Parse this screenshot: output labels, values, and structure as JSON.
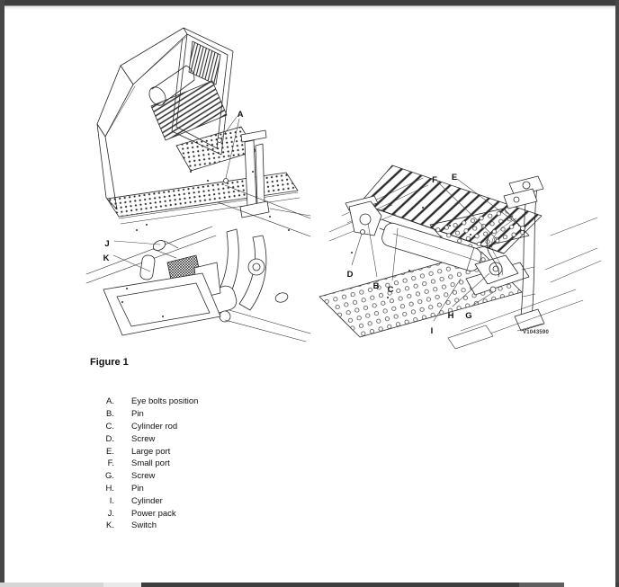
{
  "figure": {
    "caption": "Figure 1",
    "drawing_id": "V1043590",
    "callouts": {
      "a": "A",
      "b": "B",
      "c": "C",
      "d": "D",
      "e": "E",
      "f": "F",
      "g": "G",
      "h": "H",
      "i": "I",
      "j": "J",
      "k": "K"
    }
  },
  "legend": {
    "items": [
      {
        "letter": "A.",
        "label": "Eye bolts position"
      },
      {
        "letter": "B.",
        "label": "Pin"
      },
      {
        "letter": "C.",
        "label": "Cylinder rod"
      },
      {
        "letter": "D.",
        "label": "Screw"
      },
      {
        "letter": "E.",
        "label": "Large port"
      },
      {
        "letter": "F.",
        "label": "Small port"
      },
      {
        "letter": "G.",
        "label": "Screw"
      },
      {
        "letter": "H.",
        "label": "Pin"
      },
      {
        "letter": "I.",
        "label": "Cylinder"
      },
      {
        "letter": "J.",
        "label": "Power pack"
      },
      {
        "letter": "K.",
        "label": "Switch"
      }
    ]
  },
  "colors": {
    "frame": "#3e3e3e",
    "line_art": "#2a2a2a",
    "page": "#ffffff"
  }
}
